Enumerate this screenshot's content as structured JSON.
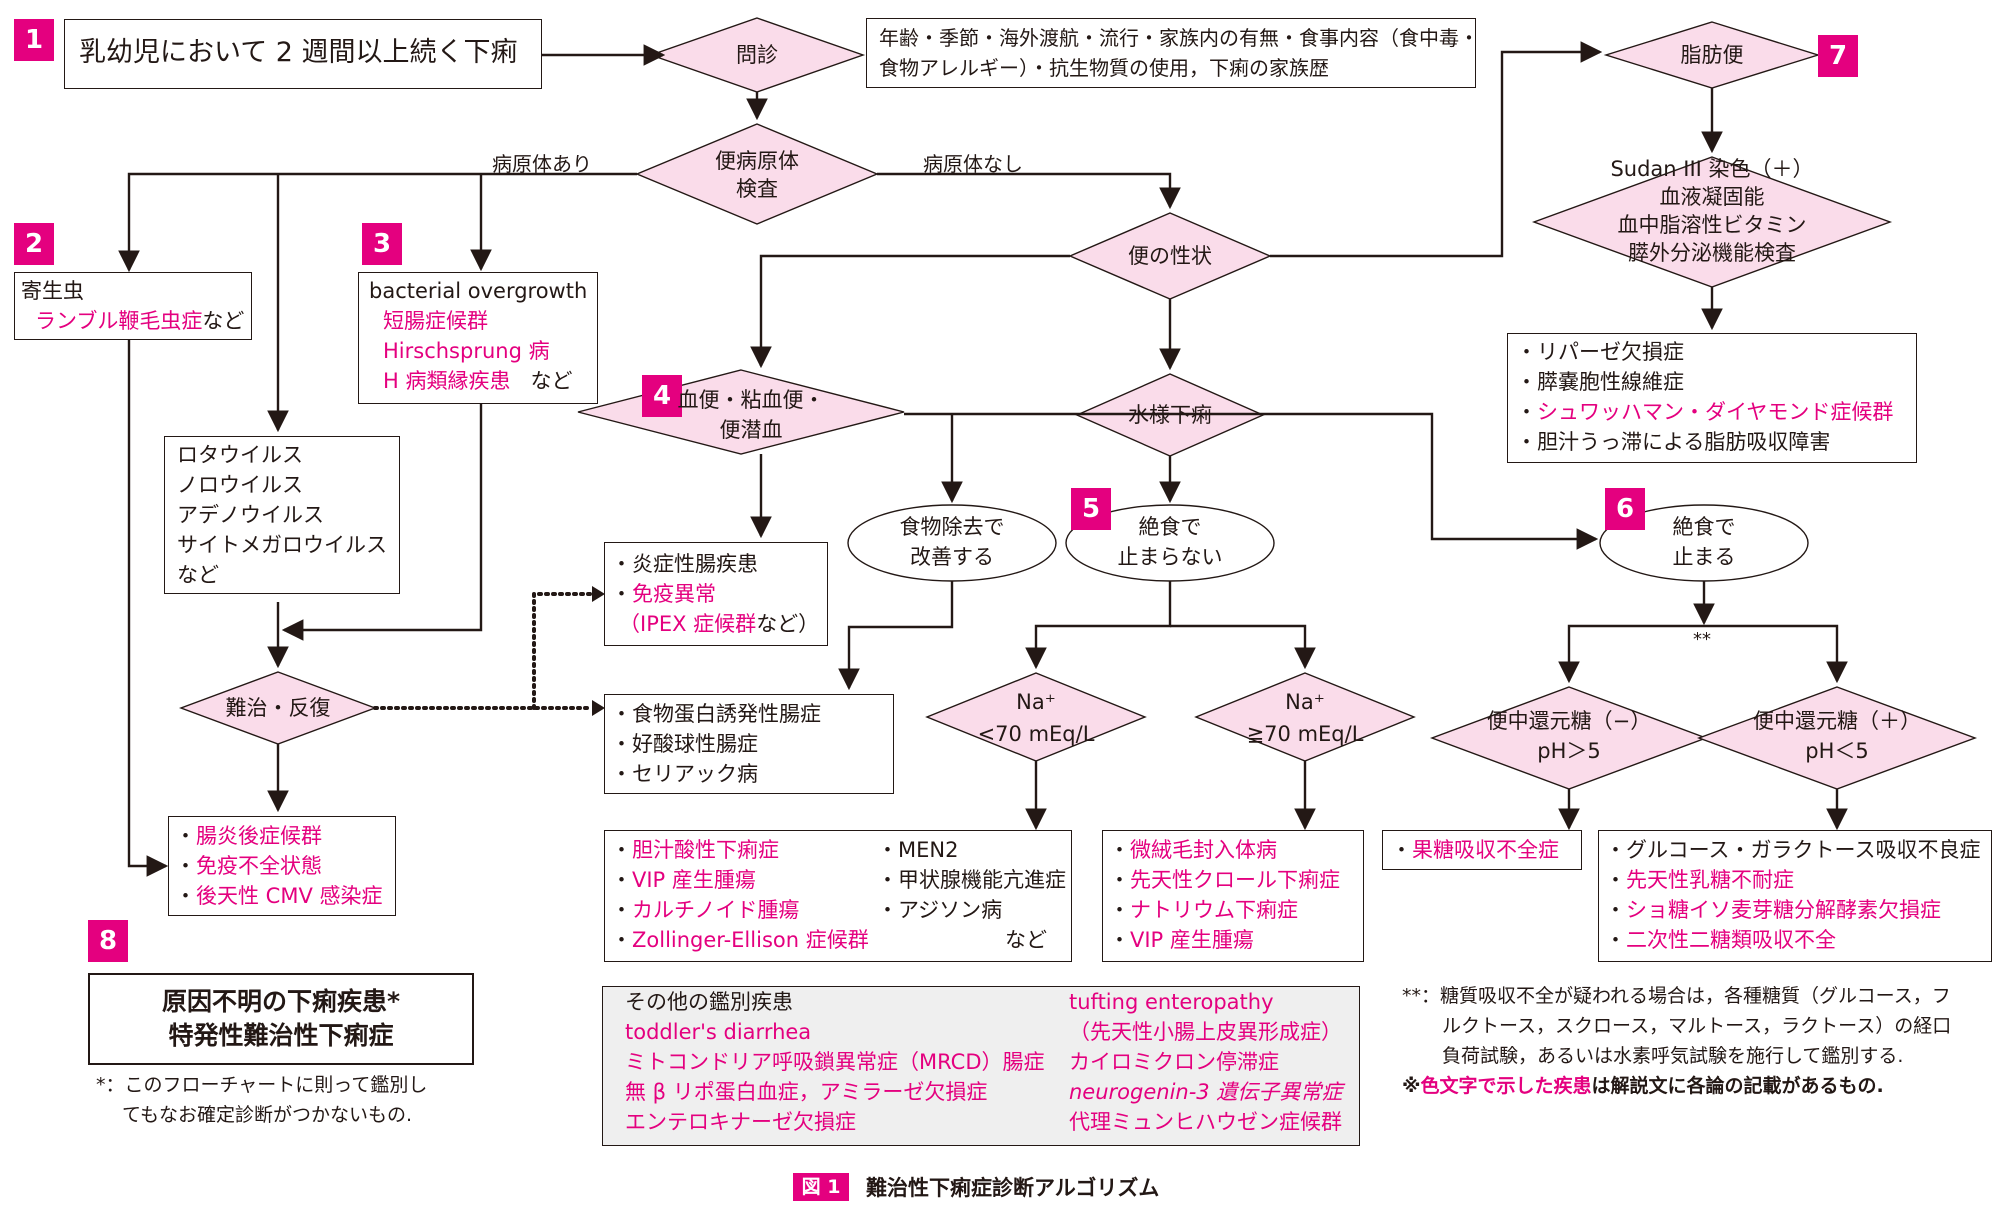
{
  "badges": {
    "b1": "1",
    "b2": "2",
    "b3": "3",
    "b4": "4",
    "b5": "5",
    "b6": "6",
    "b7": "7",
    "b8": "8"
  },
  "start_box": "乳幼児において 2 週間以上続く下痢",
  "monshin": "問診",
  "history_box": [
    "年齢・季節・海外渡航・流行・家族内の有無・食事内容（食中毒・",
    "食物アレルギー）・抗生物質の使用，下痢の家族歴"
  ],
  "pathogen_test": [
    "便病原体",
    "検査"
  ],
  "pathogen_yes": "病原体あり",
  "pathogen_no": "病原体なし",
  "parasite_box": {
    "line1": "寄生虫",
    "line2_pink": "ランブル鞭毛虫症",
    "line2_tail": "など"
  },
  "bacterial_box": {
    "line1": "bacterial overgrowth",
    "line2": "短腸症候群",
    "line3": "Hirschsprung 病",
    "line4_pink": "H 病類縁疾患",
    "line4_tail": "など"
  },
  "virus_box": [
    "ロタウイルス",
    "ノロウイルス",
    "アデノウイルス",
    "サイトメガロウイルス",
    "など"
  ],
  "stool_nature": "便の性状",
  "bloody": [
    "血便・粘血便・",
    "便潜血"
  ],
  "watery": "水様下痢",
  "ibd_box": {
    "line1": "・炎症性腸疾患",
    "line2_prefix": "・",
    "line2_pink": "免疫異常",
    "line3_pink": "（IPEX 症候群",
    "line3_tail": "など）"
  },
  "food_improve": [
    "食物除去で",
    "改善する"
  ],
  "fast_no": [
    "絶食で",
    "止まらない"
  ],
  "fast_yes": [
    "絶食で",
    "止まる"
  ],
  "refractory": "難治・反復",
  "food_box": [
    "・食物蛋白誘発性腸症",
    "・好酸球性腸症",
    "・セリアック病"
  ],
  "post_box": [
    "・",
    "腸炎後症候群",
    "免疫不全状態",
    "後天性 CMV 感染症"
  ],
  "na_low": {
    "top": "Na⁺",
    "bottom": "<70 mEq/L"
  },
  "na_high": {
    "top": "Na⁺",
    "bottom": "≧70 mEq/L"
  },
  "sugar_neg": {
    "top": "便中還元糖（−）",
    "bottom": "pH＞5"
  },
  "sugar_pos": {
    "top": "便中還元糖（＋）",
    "bottom": "pH＜5"
  },
  "double_star": "**",
  "fat_stool": "脂肪便",
  "sudan": [
    "Sudan III 染色（＋）",
    "血液凝固能",
    "血中脂溶性ビタミン",
    "膵外分泌機能検査"
  ],
  "lipase_box": {
    "l1": "・リパーゼ欠損症",
    "l2": "・膵嚢胞性線維症",
    "l3_pink": "シュワッハマン・ダイヤモンド症候群",
    "l4": "・胆汁うっ滞による脂肪吸収障害"
  },
  "secretory_box": {
    "left": [
      "胆汁酸性下痢症",
      "VIP 産生腫瘍",
      "カルチノイド腫瘍",
      "Zollinger-Ellison 症候群"
    ],
    "right": [
      "・MEN2",
      "・甲状腺機能亢進症",
      "・アジソン病",
      "など"
    ]
  },
  "osmotic_box": [
    "微絨毛封入体病",
    "先天性クロール下痢症",
    "ナトリウム下痢症",
    "VIP 産生腫瘍"
  ],
  "fructose_box": "果糖吸収不全症",
  "glucose_box": {
    "l1": "・グルコース・ガラクトース吸収不良症",
    "pink": [
      "先天性乳糖不耐症",
      "ショ糖イソ麦芽糖分解酵素欠損症",
      "二次性二糖類吸収不全"
    ]
  },
  "unknown_box": [
    "原因不明の下痢疾患*",
    "特発性難治性下痢症"
  ],
  "unknown_note": [
    "*：このフローチャートに則って鑑別し",
    "てもなお確定診断がつかないもの."
  ],
  "other_box": {
    "title": "その他の鑑別疾患",
    "left": [
      "toddler's diarrhea",
      "ミトコンドリア呼吸鎖異常症（MRCD）腸症",
      "無 β リポ蛋白血症，アミラーゼ欠損症",
      "エンテロキナーゼ欠損症"
    ],
    "right_title": "tufting enteropathy",
    "right": [
      "（先天性小腸上皮異形成症）",
      "カイロミクロン停滞症",
      "neurogenin-3 遺伝子異常症",
      "代理ミュンヒハウゼン症候群"
    ]
  },
  "footnote": [
    "**：糖質吸収不全が疑われる場合は，各種糖質（グルコース，フ",
    "ルクトース，スクロース，マルトース，ラクトース）の経口",
    "負荷試験，あるいは水素呼気試験を施行して鑑別する."
  ],
  "color_note": {
    "prefix": "※",
    "pink": "色文字で示した疾患",
    "tail": "は解説文に各論の記載があるもの."
  },
  "caption": {
    "tag": "図 1",
    "text": "難治性下痢症診断アルゴリズム"
  },
  "colors": {
    "accent": "#e4007f",
    "diamond_fill": "#fadcea",
    "ink": "#231815",
    "panel": "#efefef"
  }
}
